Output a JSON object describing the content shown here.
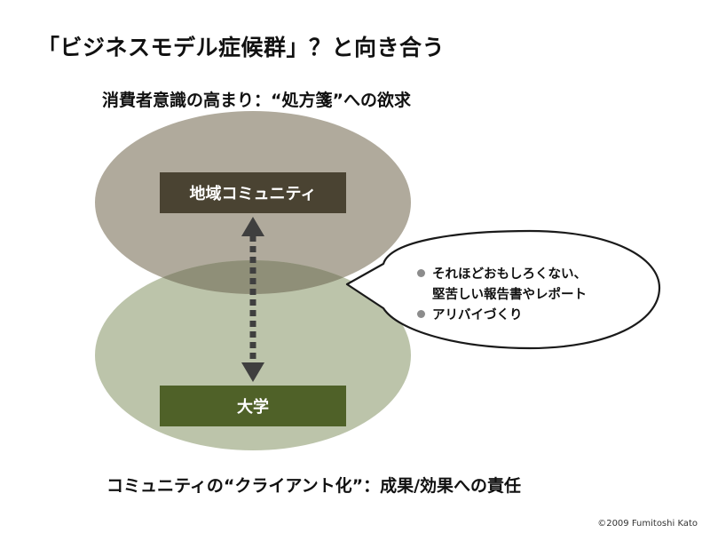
{
  "slide": {
    "title": "「ビジネスモデル症候群」？と向き合う",
    "top_caption": "消費者意識の高まり：“処方箋”への欲求",
    "bottom_caption": "コミュニティの“クライアント化”：成果/効果への責任",
    "copyright": "©2009 Fumitoshi Kato"
  },
  "diagram": {
    "nodes": {
      "community": "地域コミュニティ",
      "university": "大学"
    },
    "callout": {
      "items": [
        {
          "text": "それほどおもしろくない、",
          "bullet": true
        },
        {
          "text": "堅苦しい報告書やレポート",
          "bullet": false
        },
        {
          "text": "アリバイづくり",
          "bullet": true
        }
      ]
    },
    "colors": {
      "top_ellipse": "#b0aa9c",
      "bottom_ellipse": "#bcc4aa",
      "overlap": "#8f8f78",
      "community_box": "#4a4332",
      "university_box": "#4f6128",
      "arrow": "#3f3f3f",
      "bullet": "#8c8c8c"
    }
  }
}
